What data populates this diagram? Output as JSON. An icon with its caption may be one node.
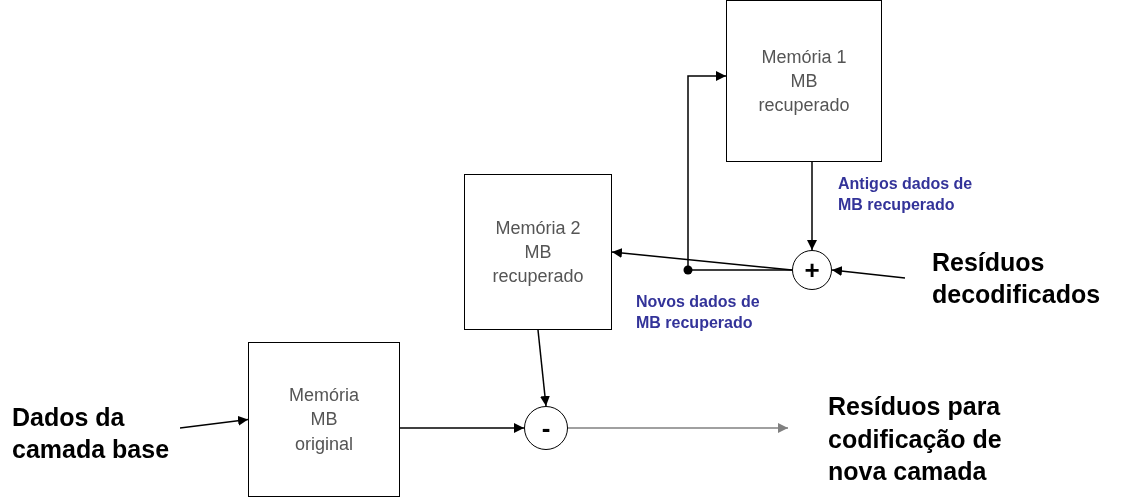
{
  "diagram": {
    "nodes": [
      {
        "text": [
          "Memória 1 MB recuperado"
        ]
      },
      {
        "text": [
          "Memória 2 MB recuperado"
        ]
      },
      {
        "text": [
          "+"
        ]
      },
      {
        "text": [
          "Resíduos decodificados"
        ]
      },
      {
        "text": [
          "-"
        ]
      },
      {
        "text": [
          "Dados da camada base"
        ]
      },
      {
        "text": [
          "Memória MB original"
        ]
      },
      {
        "text": [
          "Resíduos para codificação de nova camada"
        ]
      }
    ],
    "edges": [
      {
        "from": 0,
        "to": 2,
        "arrow": "to",
        "label": "Antigos dados de MB recuperado"
      },
      {
        "from": 3,
        "to": 2,
        "arrow": "to"
      },
      {
        "from": 2,
        "to": 1,
        "arrow": "to",
        "label": "Novos dados de MB recuperado"
      },
      {
        "from": 2,
        "to": 0,
        "arrow": "to"
      },
      {
        "from": 1,
        "to": 4,
        "arrow": "to"
      },
      {
        "from": 5,
        "to": 6,
        "arrow": "to"
      },
      {
        "from": 6,
        "to": 4,
        "arrow": "to"
      },
      {
        "from": 4,
        "to": 7,
        "arrow": "to",
        "color": "#808080"
      }
    ]
  }
}
